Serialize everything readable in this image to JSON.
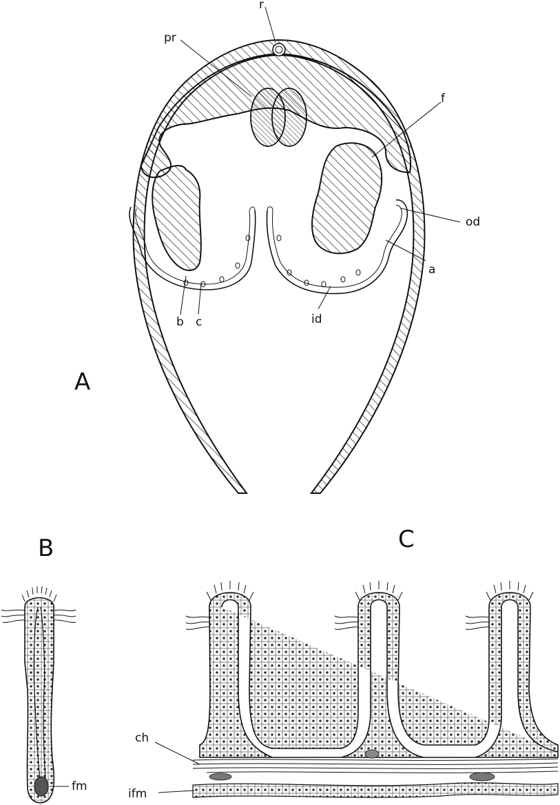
{
  "panels": {
    "A": "A",
    "B": "B",
    "C": "C"
  },
  "labels": {
    "r": "r",
    "pr": "pr",
    "f": "f",
    "od": "od",
    "a": "a",
    "b": "b",
    "c": "c",
    "id": "id",
    "ch": "ch",
    "fm": "fm",
    "ifm": "ifm"
  }
}
